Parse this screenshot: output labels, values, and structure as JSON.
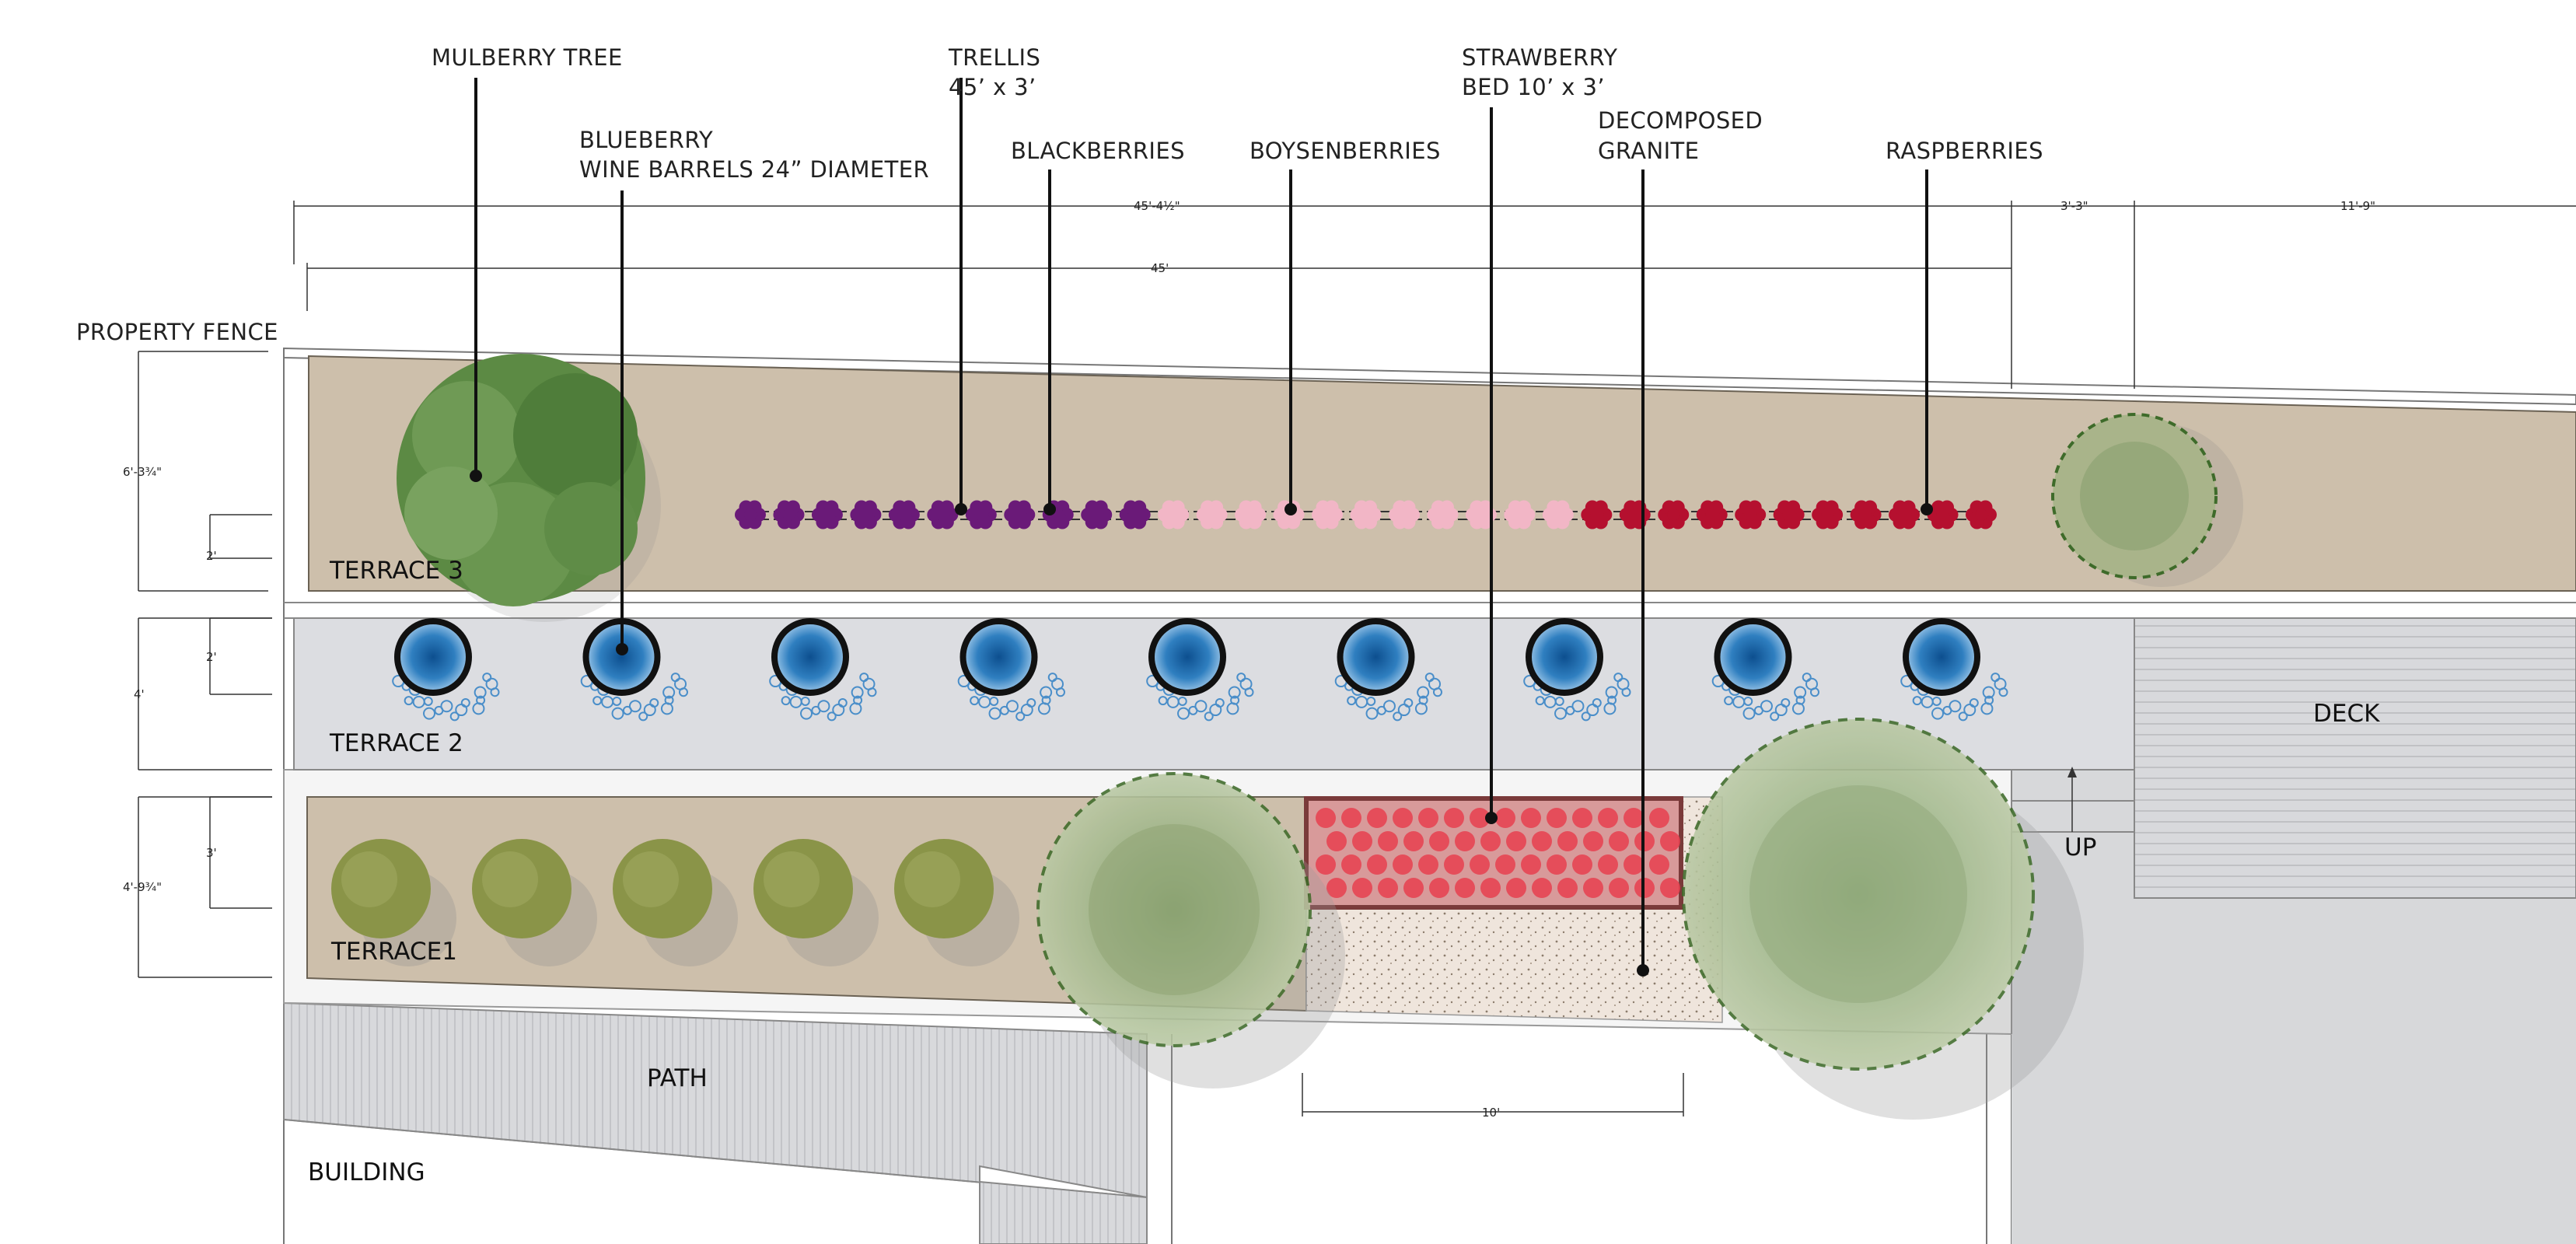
{
  "labels": {
    "mulberry_tree": "MULBERRY TREE",
    "blueberry_line1": "BLUEBERRY",
    "blueberry_line2": "WINE BARRELS 24” DIAMETER",
    "trellis_line1": "TRELLIS",
    "trellis_line2": "45’ x 3’",
    "blackberries": "BLACKBERRIES",
    "boysenberries": "BOYSENBERRIES",
    "strawberry_line1": "STRAWBERRY",
    "strawberry_line2": "BED 10’ x 3’",
    "granite_line1": "DECOMPOSED",
    "granite_line2": "GRANITE",
    "raspberries": "RASPBERRIES",
    "property_fence": "PROPERTY FENCE",
    "terrace3": "TERRACE 3",
    "terrace2": "TERRACE 2",
    "terrace1": "TERRACE1",
    "path": "PATH",
    "building": "BUILDING",
    "deck": "DECK",
    "up": "UP"
  },
  "dimensions": {
    "overall_top": "45'-4½\"",
    "right_segment_1": "3'-3\"",
    "right_segment_2": "11'-9\"",
    "trellis_length": "45'",
    "terrace3_height": "6'-3¾\"",
    "trellis_depth": "2'",
    "barrel_depth": "2'",
    "terrace2_height": "4'",
    "bed_depth": "3'",
    "terrace1_height": "4'-9¾\"",
    "strawberry_width": "10'"
  },
  "colors": {
    "terrace_soil": "#cdbfab",
    "terrace2_fill": "#dcdde1",
    "blackberry": "#6a1a78",
    "boysenberry": "#f2b6c6",
    "raspberry": "#b5102f",
    "strawberry": "#e8404f",
    "strawberry_border": "#7a3a3a",
    "barrel_water": "#1b5f9a",
    "barrel_ring": "#111111",
    "tree_green": "#6f9a55",
    "shrub_olive": "#8a9448",
    "granite": "#efe5dc",
    "path_gray": "#d8d9dc",
    "deck_gray": "#d7d8da"
  },
  "plantings": {
    "blueberry_barrel_count": 9,
    "terrace1_shrub_count": 5
  }
}
